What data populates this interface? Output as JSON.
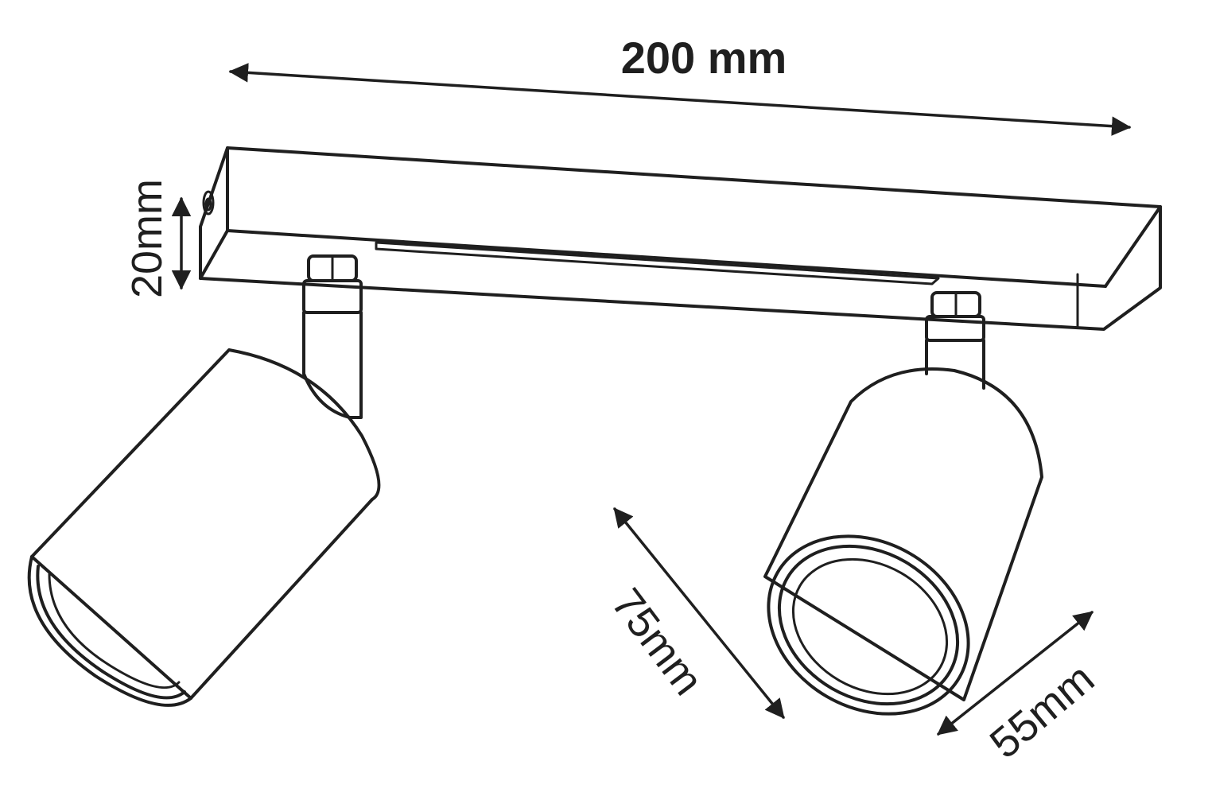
{
  "dimensions": {
    "length": {
      "label": "200 mm"
    },
    "height": {
      "label": "20mm"
    },
    "depth": {
      "label": "75mm"
    },
    "diameter": {
      "label": "55mm"
    }
  },
  "colors": {
    "line": "#1f1f1f",
    "background": "#ffffff"
  }
}
